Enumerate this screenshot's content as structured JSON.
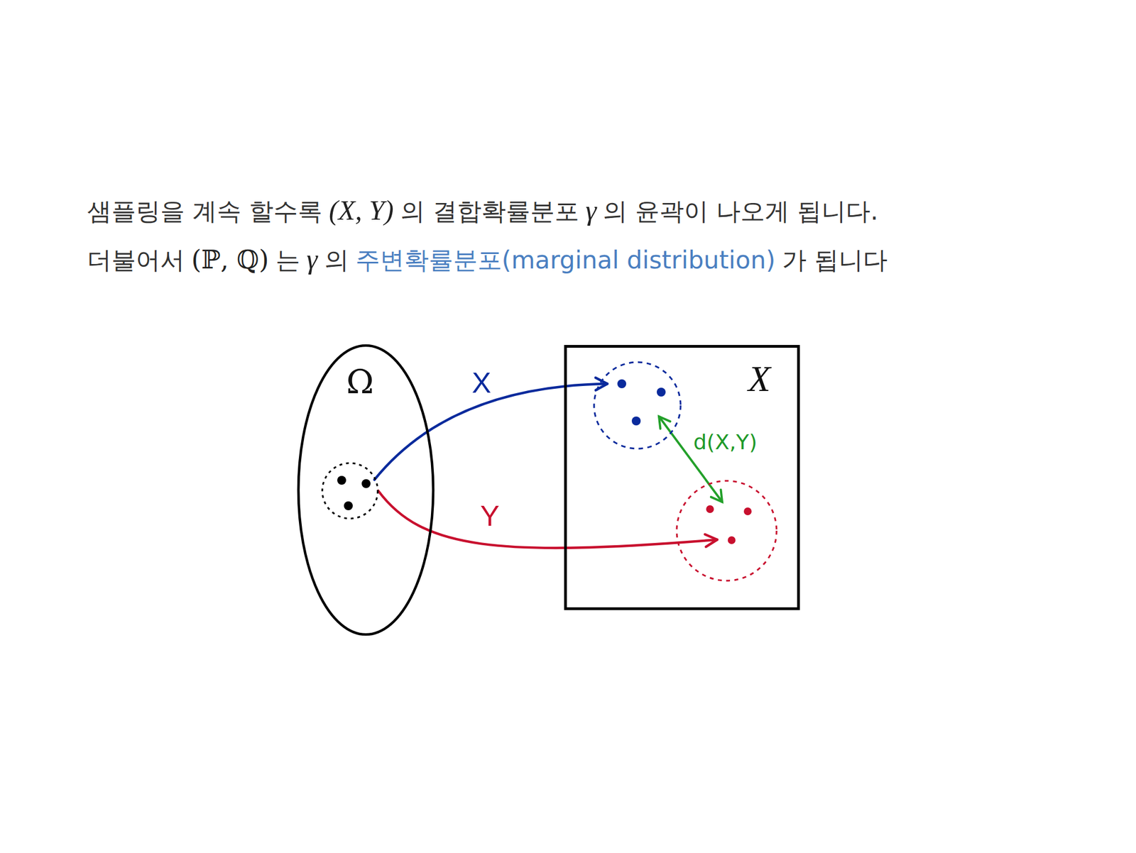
{
  "diagram": {
    "nodes": [
      {
        "text": [
          "Ω"
        ]
      },
      {
        "text": [
          "X"
        ]
      }
    ],
    "edges": [
      {
        "from": 0,
        "to": 1,
        "label": "X",
        "arrow": "to"
      },
      {
        "from": 0,
        "to": 1,
        "label": "Y",
        "arrow": "to"
      }
    ],
    "labels": [
      "샘플링을 계속 할수록",
      "(X, Y)",
      "의 결합확률분포",
      "γ",
      "의 윤곽이 나오게 됩니다.",
      "더불어서",
      "(ℙ, ℚ)",
      "는",
      "γ",
      "의",
      "주변확률분포(marginal distribution)",
      "가 됩니다",
      "d(X,Y)"
    ]
  }
}
